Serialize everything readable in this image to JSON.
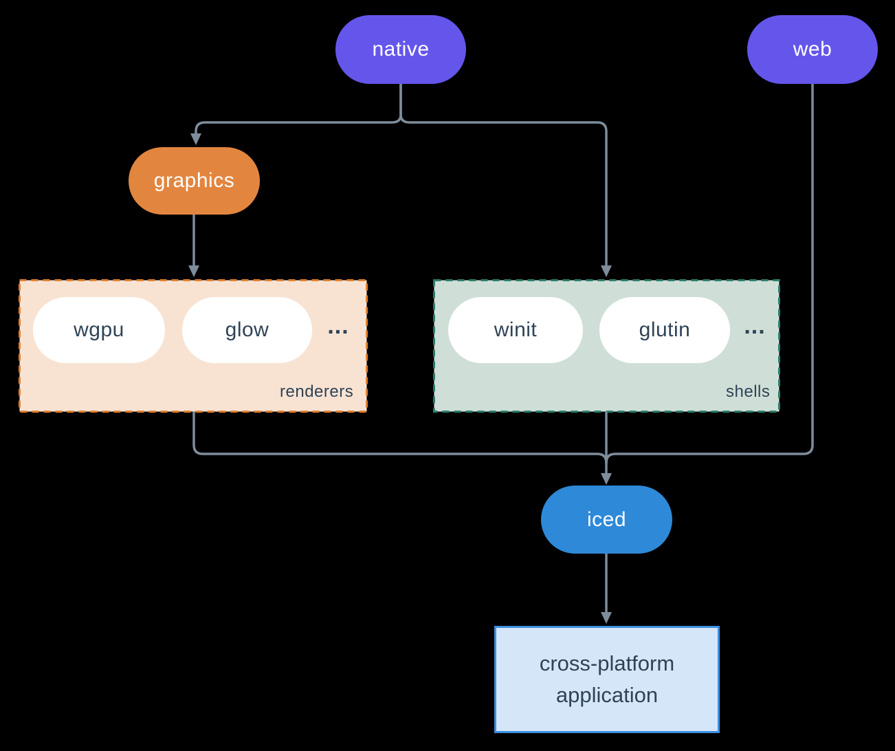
{
  "diagram": {
    "background_color": "#000000",
    "edge_color": "#7e8d9c",
    "nodes": {
      "native": {
        "label": "native",
        "fill": "#6456eb",
        "text_color": "#ffffff"
      },
      "web": {
        "label": "web",
        "fill": "#6456eb",
        "text_color": "#ffffff"
      },
      "graphics": {
        "label": "graphics",
        "fill": "#e2863f",
        "text_color": "#ffffff"
      },
      "iced": {
        "label": "iced",
        "fill": "#2e89d8",
        "text_color": "#ffffff"
      },
      "application": {
        "label_line1": "cross-platform",
        "label_line2": "application",
        "fill": "#d5e6f8",
        "border_color": "#3b8ede",
        "text_color": "#2f4356"
      }
    },
    "groups": {
      "renderers": {
        "label": "renderers",
        "fill": "#f8e3d3",
        "border_color": "#e0802f",
        "items": [
          "wgpu",
          "glow"
        ],
        "ellipsis": "...",
        "item_text_color": "#2f4356"
      },
      "shells": {
        "label": "shells",
        "fill": "#cfdfd7",
        "border_color": "#2a7e6c",
        "items": [
          "winit",
          "glutin"
        ],
        "ellipsis": "...",
        "item_text_color": "#2f4356"
      }
    },
    "edges": [
      {
        "from": "native",
        "to": "graphics"
      },
      {
        "from": "native",
        "to": "shells"
      },
      {
        "from": "graphics",
        "to": "renderers"
      },
      {
        "from": "renderers",
        "to": "iced"
      },
      {
        "from": "shells",
        "to": "iced"
      },
      {
        "from": "web",
        "to": "iced"
      },
      {
        "from": "iced",
        "to": "application"
      }
    ]
  }
}
